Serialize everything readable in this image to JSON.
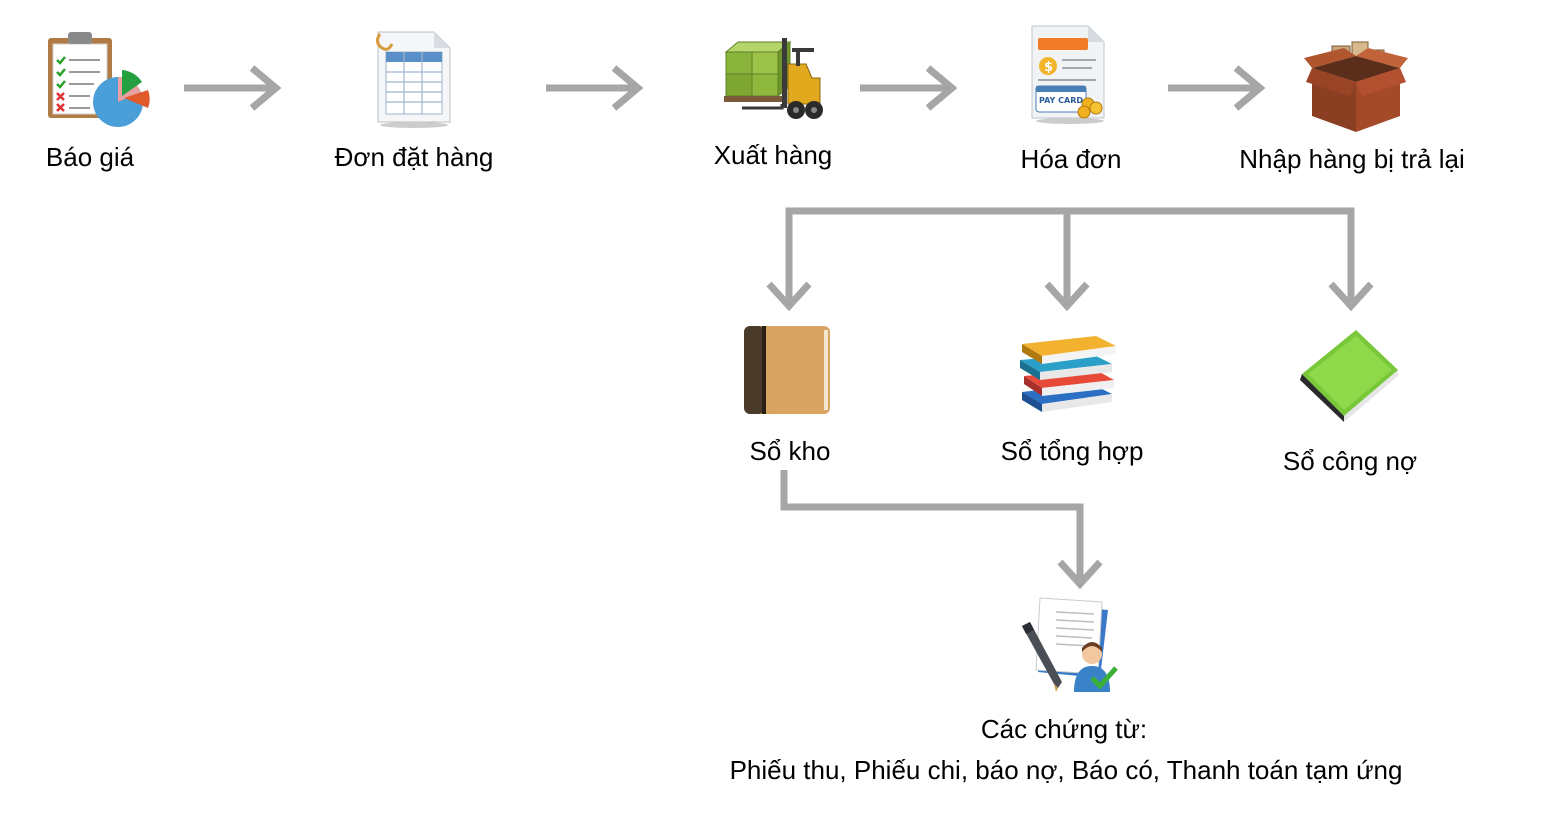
{
  "colors": {
    "arrow": "#a6a6a6",
    "background": "#ffffff",
    "text": "#000000"
  },
  "top_flow": [
    {
      "label": "Báo giá",
      "icon": "quote-clipboard-chart-icon"
    },
    {
      "label": "Đơn đặt hàng",
      "icon": "order-form-icon"
    },
    {
      "label": "Xuất hàng",
      "icon": "forklift-icon"
    },
    {
      "label": "Hóa đơn",
      "icon": "invoice-paycard-icon"
    },
    {
      "label": "Nhập hàng bị trả lại",
      "icon": "returned-box-icon"
    }
  ],
  "ledgers": [
    {
      "label": "Sổ kho",
      "icon": "brown-book-icon"
    },
    {
      "label": "Sổ tổng hợp",
      "icon": "book-stack-icon"
    },
    {
      "label": "Sổ công nợ",
      "icon": "green-book-icon"
    }
  ],
  "documents": {
    "icon": "documents-pen-user-icon",
    "title": "Các chứng từ:",
    "items": "Phiếu thu, Phiếu chi, báo nợ, Báo có, Thanh toán tạm ứng"
  }
}
